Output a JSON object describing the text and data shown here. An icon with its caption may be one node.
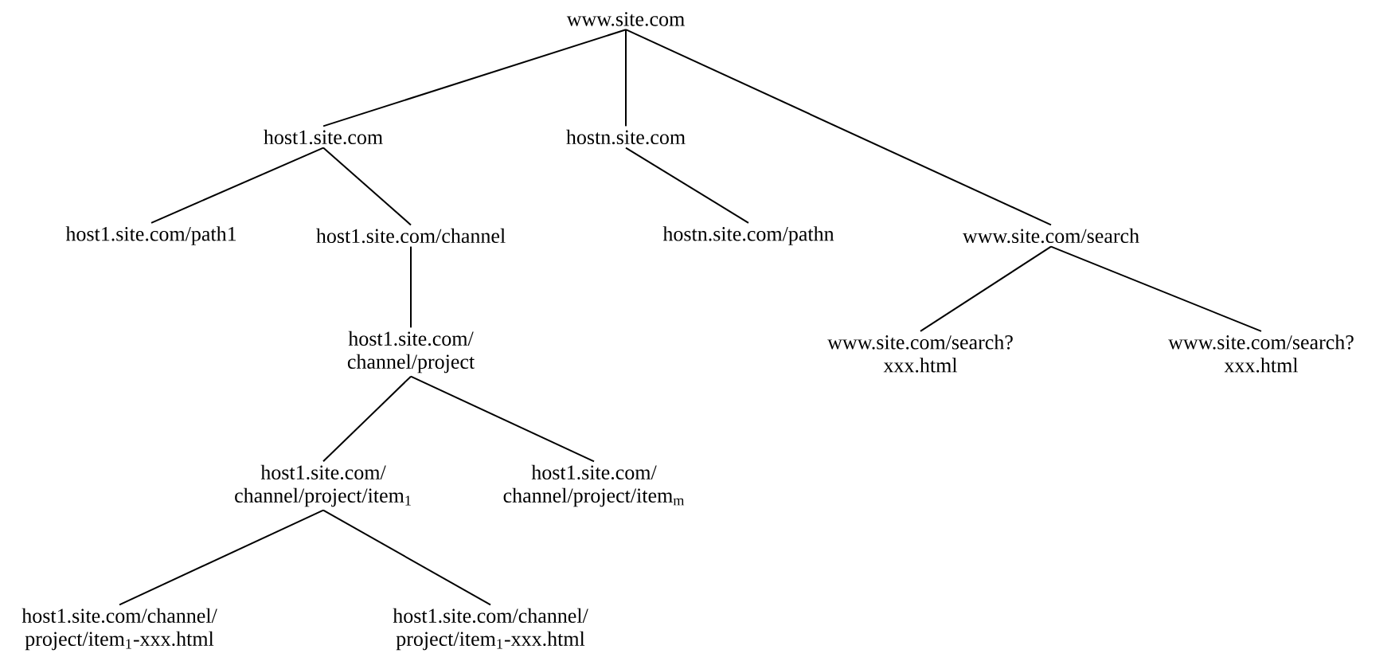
{
  "diagram": {
    "nodes": [
      {
        "text": [
          "www.site.com"
        ]
      },
      {
        "text": [
          "host1.site.com"
        ]
      },
      {
        "text": [
          "hostn.site.com"
        ]
      },
      {
        "text": [
          "host1.site.com/path1"
        ]
      },
      {
        "text": [
          "host1.site.com/channel"
        ]
      },
      {
        "text": [
          "hostn.site.com/pathn"
        ]
      },
      {
        "text": [
          "www.site.com/search"
        ]
      },
      {
        "text": [
          "host1.site.com/ channel/project"
        ]
      },
      {
        "text": [
          "www.site.com/search? xxx.html"
        ]
      },
      {
        "text": [
          "www.site.com/search? xxx.html"
        ]
      },
      {
        "text": [
          "host1.site.com/ channel/project/item$_{1}$"
        ]
      },
      {
        "text": [
          "host1.site.com/ channel/project/item$_{m}$"
        ]
      },
      {
        "text": [
          "host1.site.com/channel/ project/item$_{1}$-xxx.html"
        ]
      },
      {
        "text": [
          "host1.site.com/channel/ project/item$_{1}$-xxx.html"
        ]
      }
    ],
    "edges": [
      {
        "from": 0,
        "to": 1,
        "arrow": "none"
      },
      {
        "from": 0,
        "to": 2,
        "arrow": "none"
      },
      {
        "from": 0,
        "to": 6,
        "arrow": "none"
      },
      {
        "from": 1,
        "to": 3,
        "arrow": "none"
      },
      {
        "from": 1,
        "to": 4,
        "arrow": "none"
      },
      {
        "from": 2,
        "to": 5,
        "arrow": "none"
      },
      {
        "from": 6,
        "to": 8,
        "arrow": "none"
      },
      {
        "from": 6,
        "to": 9,
        "arrow": "none"
      },
      {
        "from": 4,
        "to": 7,
        "arrow": "none"
      },
      {
        "from": 7,
        "to": 10,
        "arrow": "none"
      },
      {
        "from": 7,
        "to": 11,
        "arrow": "none"
      },
      {
        "from": 10,
        "to": 12,
        "arrow": "none"
      },
      {
        "from": 10,
        "to": 13,
        "arrow": "none"
      }
    ]
  }
}
